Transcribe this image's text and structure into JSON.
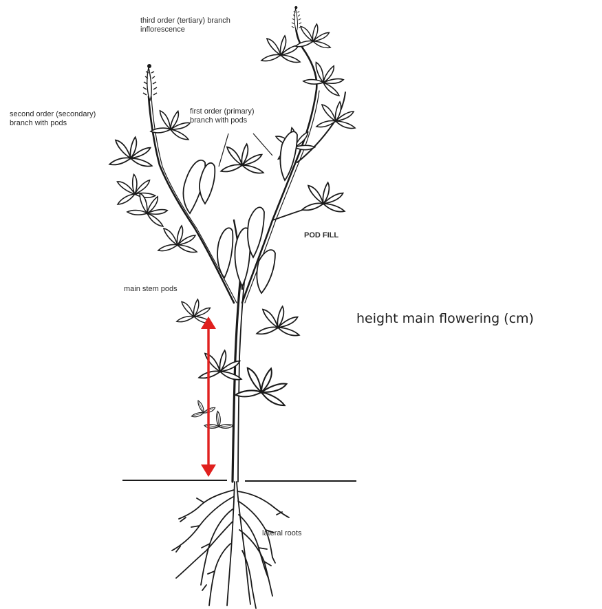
{
  "labels": {
    "tertiary_branch": "third order (tertiary) branch\ninflorescence",
    "secondary_branch": "second order (secondary)\nbranch with pods",
    "primary_branch": "first order (primary)\nbranch with pods",
    "pod_fill": "POD FILL",
    "main_stem_pods": "main stem pods",
    "lateral_roots": "lateral roots"
  },
  "measurement": {
    "label": "height main flowering (cm)",
    "arrow_color": "#e0201e"
  },
  "colors": {
    "ink": "#1a1a1a",
    "background": "#ffffff"
  }
}
